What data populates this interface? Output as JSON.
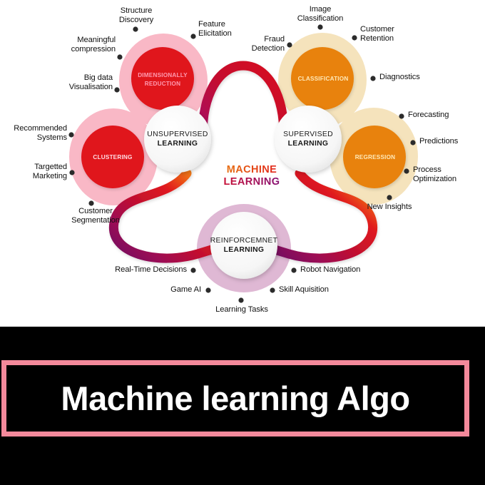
{
  "banner": {
    "title": "Machine learning Algo",
    "border_color": "#f4899b",
    "background_color": "#000000",
    "text_color": "#ffffff"
  },
  "center": {
    "line1": "MACHINE",
    "line2": "LEARNING"
  },
  "hubs": {
    "unsupervised": {
      "line1": "UNSUPERVISED",
      "line2": "LEARNING"
    },
    "supervised": {
      "line1": "SUPERVISED",
      "line2": "LEARNING"
    },
    "reinforcement": {
      "line1": "REINFORCEMNET",
      "line2": "LEARNING"
    }
  },
  "petals": {
    "dimensionality_reduction": {
      "line1": "DIMENSIONALLY",
      "line2": "REDUCTION",
      "core_color": "#e0121f",
      "halo_color": "#f9b8c6"
    },
    "clustering": {
      "line1": "CLUSTERING",
      "line2": "",
      "core_color": "#e0121f",
      "halo_color": "#f9b8c6"
    },
    "classification": {
      "line1": "CLASSIFICATION",
      "line2": "",
      "core_color": "#e8820c",
      "halo_color": "#f5e3bc"
    },
    "regression": {
      "line1": "REGRESSION",
      "line2": "",
      "core_color": "#e8820c",
      "halo_color": "#f5e3bc"
    },
    "reinforcement": {
      "line1": "",
      "line2": "",
      "core_color": "#dfb8d4",
      "halo_color": "#dfb8d4"
    }
  },
  "labels": {
    "structure_discovery": "Structure\nDiscovery",
    "feature_elicitation": "Feature\nElicitation",
    "meaningful_compression": "Meaningful\ncompression",
    "big_data_visualisation": "Big data\nVisualisation",
    "recommended_systems": "Recommended\nSystems",
    "targetted_marketing": "Targetted\nMarketing",
    "customer_segmentation": "Customer\nSegmentation",
    "fraud_detection": "Fraud\nDetection",
    "image_classification": "Image\nClassification",
    "customer_retention": "Customer\nRetention",
    "diagnostics": "Diagnostics",
    "forecasting": "Forecasting",
    "predictions": "Predictions",
    "process_optimization": "Process\nOptimization",
    "new_insights": "New Insights",
    "real_time_decisions": "Real-Time Decisions",
    "robot_navigation": "Robot Navigation",
    "game_ai": "Game AI",
    "skill_aquisition": "Skill Aquisition",
    "learning_tasks": "Learning Tasks"
  },
  "colors": {
    "red": "#e0121f",
    "orange": "#e8820c",
    "crimson": "#c0123f",
    "purple": "#7a1080",
    "pink_halo": "#f9b8c6",
    "cream_halo": "#f5e3bc",
    "mauve_halo": "#dfb8d4",
    "hub_white": "#f4f4f4",
    "canvas": "#ffffff"
  }
}
